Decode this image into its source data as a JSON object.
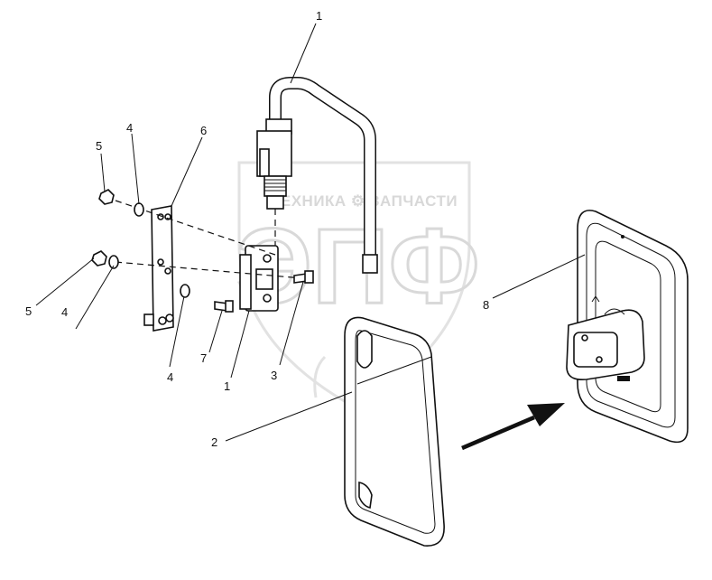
{
  "watermark": {
    "brand_line": "ТЕХНИКА ⚙ ЗАПЧАСТИ",
    "logo_letters": "ЭПФ"
  },
  "callouts": [
    {
      "id": "c1-top",
      "text": "1"
    },
    {
      "id": "c4-top",
      "text": "4"
    },
    {
      "id": "c6",
      "text": "6"
    },
    {
      "id": "c5-top",
      "text": "5"
    },
    {
      "id": "c5-bottom",
      "text": "5"
    },
    {
      "id": "c4-left",
      "text": "4"
    },
    {
      "id": "c4-mid",
      "text": "4"
    },
    {
      "id": "c7",
      "text": "7"
    },
    {
      "id": "c1-bottom",
      "text": "1"
    },
    {
      "id": "c3",
      "text": "3"
    },
    {
      "id": "c2",
      "text": "2"
    },
    {
      "id": "c8",
      "text": "8"
    }
  ],
  "colors": {
    "line": "#111111",
    "watermark": "#d8d8d8",
    "background": "#ffffff"
  }
}
